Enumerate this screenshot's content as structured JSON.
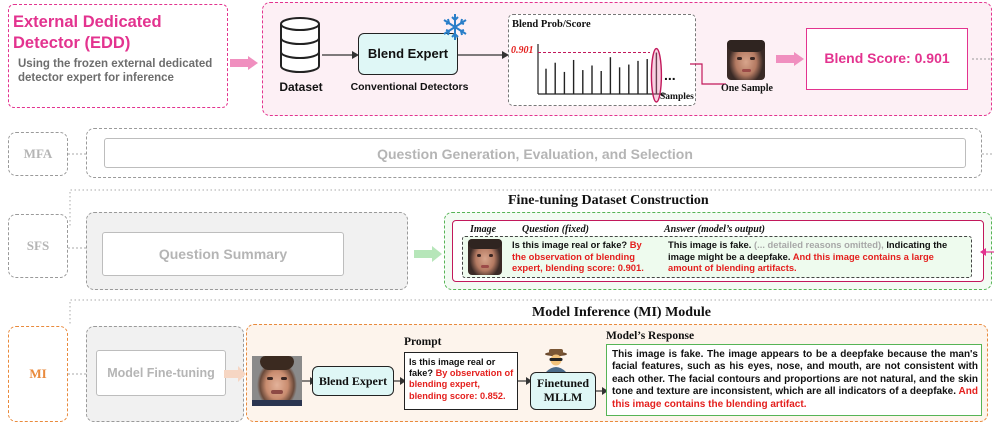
{
  "edd": {
    "title": "External Dedicated Detector (EDD)",
    "description": "Using the frozen external dedicated detector expert for inference",
    "dataset_label": "Dataset",
    "expert_label": "Blend Expert",
    "conventional_label": "Conventional Detectors",
    "chart_title": "Blend Prob/Score",
    "threshold_label": "0.901",
    "samples_label": "Samples",
    "ellipsis": "...",
    "one_sample_label": "One Sample",
    "score_label": "Blend Score: 0.901"
  },
  "mfa": {
    "tag": "MFA",
    "box_label": "Question Generation, Evaluation, and Selection"
  },
  "sfs": {
    "tag": "SFS",
    "box_label": "Question Summary",
    "section_title": "Fine-tuning Dataset Construction",
    "col_image": "Image",
    "col_question": "Question (fixed)",
    "col_answer": "Answer (model’s output)",
    "question_black": "Is this image real or fake?",
    "question_red": "By the observation of blending expert, blending score: 0.901.",
    "answer_black_1": "This image is fake.",
    "answer_gray": "(... detailed reasons omitted),",
    "answer_black_2": "Indicating the image might be a deepfake.",
    "answer_red": "And this image contains a large amount of blending artifacts."
  },
  "mi": {
    "tag": "MI",
    "section_title": "Model Inference (MI) Module",
    "finetune_label": "Model Fine-tuning",
    "expert_label": "Blend Expert",
    "prompt_header": "Prompt",
    "prompt_black": "Is this image real or fake?",
    "prompt_red": "By observation of blending expert, blending score: 0.852.",
    "mllm_label": "Finetuned MLLM",
    "response_header": "Model’s Response",
    "response_black": "This image is fake. The image appears to be a deepfake because the man's facial features, such as his eyes, nose, and mouth, are not consistent with each other. The facial contours and proportions are not natural, and the skin tone and texture are inconsistent, which are all indicators of a deepfake.",
    "response_red": "And this image contains the blending artifact."
  },
  "colors": {
    "pink": "#e3338f",
    "orange": "#e98a3c",
    "green": "#56b456",
    "teal": "#dff7f6",
    "red_text": "#e4201e"
  },
  "chart_data": {
    "type": "bar",
    "title": "Blend Prob/Score",
    "xlabel": "Samples",
    "ylabel": "",
    "threshold": 0.901,
    "values": [
      0.55,
      0.68,
      0.48,
      0.74,
      0.52,
      0.62,
      0.5,
      0.8,
      0.58,
      0.64,
      0.72,
      0.76,
      0.901
    ],
    "highlight_index": 12,
    "ylim": [
      0,
      1
    ]
  }
}
